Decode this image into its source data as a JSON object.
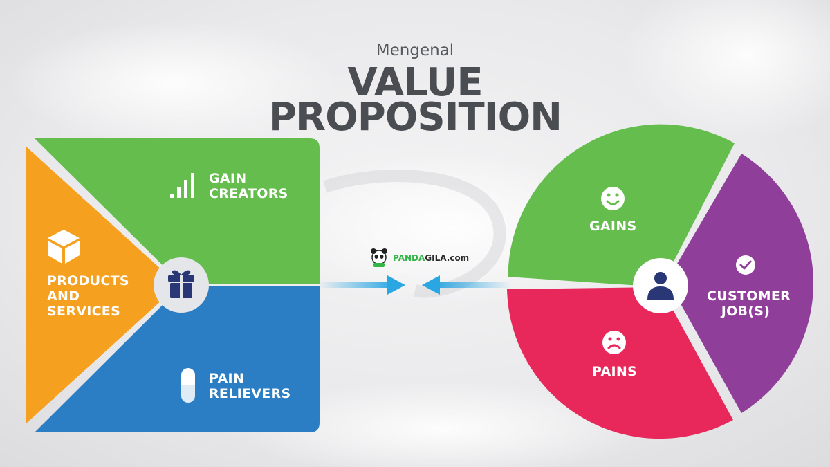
{
  "header": {
    "subtitle": "Mengenal",
    "title_line1": "VALUE",
    "title_line2": "PROPOSITION"
  },
  "value_map": {
    "products": {
      "line1": "PRODUCTS",
      "line2": "AND",
      "line3": "SERVICES",
      "icon": "box-icon"
    },
    "gain_creators": {
      "line1": "GAIN",
      "line2": "CREATORS",
      "icon": "bar-chart-icon"
    },
    "pain_relievers": {
      "line1": "PAIN",
      "line2": "RELIEVERS",
      "icon": "pill-icon"
    },
    "center_icon": "gift-icon"
  },
  "customer_profile": {
    "gains": {
      "label": "GAINS",
      "icon": "smile-icon"
    },
    "pains": {
      "label": "PAINS",
      "icon": "frown-icon"
    },
    "jobs": {
      "line1": "CUSTOMER",
      "line2": "JOB(S)",
      "icon": "check-circle-icon"
    },
    "center_icon": "user-icon"
  },
  "brand": {
    "name_a": "PANDA",
    "name_b": "GILA",
    "suffix": ".com"
  },
  "colors": {
    "orange": "#f5a11f",
    "green": "#64bd4d",
    "blue": "#2b7ec3",
    "red": "#e8285a",
    "purple": "#8f3f99",
    "navy": "#2a3777",
    "arrow": "#2aa6e2",
    "title": "#4a4d52"
  }
}
